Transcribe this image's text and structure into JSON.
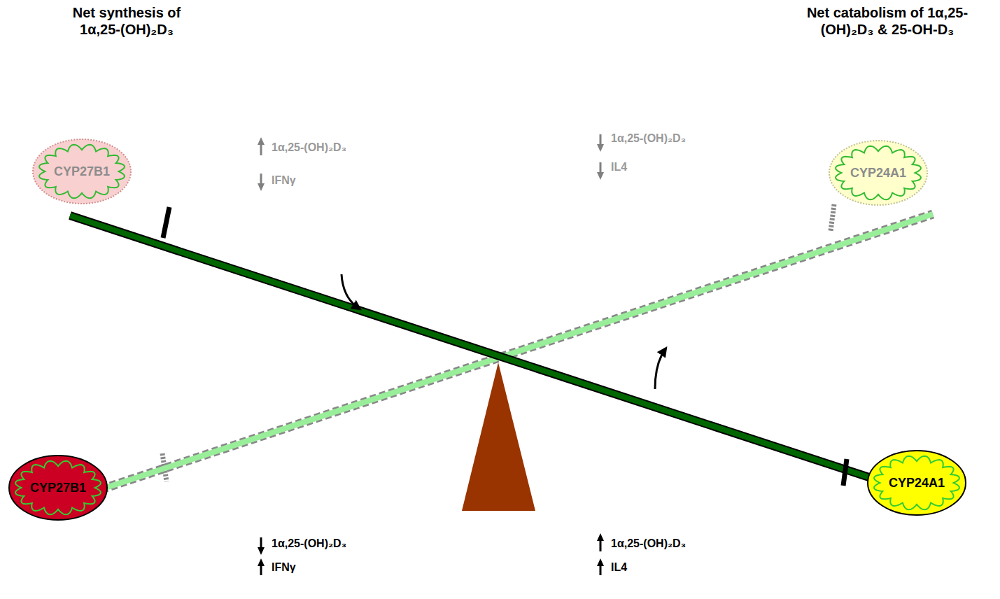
{
  "diagram": {
    "nodes": [
      {
        "text": [
          "CYP27B1"
        ]
      },
      {
        "text": [
          "CYP24A1"
        ]
      },
      {
        "text": [
          "CYP27B1"
        ]
      },
      {
        "text": [
          "CYP24A1"
        ]
      }
    ],
    "labels": [
      "Net synthesis of 1α,25-(OH)₂D₃",
      "Net catabolism of 1α,25-(OH)₂D₃ & 25-OH-D₃",
      "1α,25-(OH)₂D₃",
      "IFNγ",
      "1α,25-(OH)₂D₃",
      "IL4",
      "1α,25-(OH)₂D₃",
      "IFNγ",
      "1α,25-(OH)₂D₃",
      "IL4"
    ]
  }
}
